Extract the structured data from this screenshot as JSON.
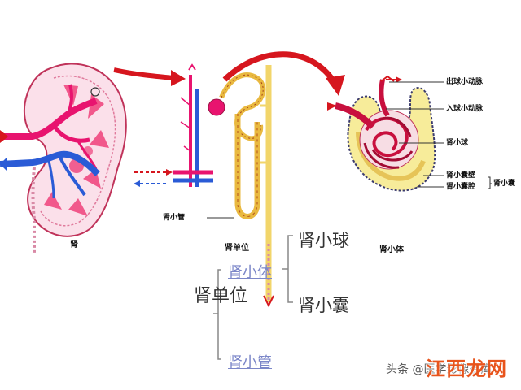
{
  "kidney": {
    "label": "肾",
    "label_tubule": "肾小管"
  },
  "nephron": {
    "label": "肾单位"
  },
  "corpuscle": {
    "label": "肾小体",
    "efferent": "出球小动脉",
    "afferent": "入球小动脉",
    "glomerulus": "肾小球",
    "capsule_wall": "肾小囊壁",
    "capsule_cavity": "肾小囊腔",
    "capsule": "肾小囊"
  },
  "tree": {
    "root": "肾单位",
    "branch_corpuscle": "肾小体",
    "branch_tubule": "肾小管",
    "leaf_glomerulus": "肾小球",
    "leaf_capsule": "肾小囊"
  },
  "watermark": {
    "text": "头条 @医学影像智库",
    "logo": "江西龙网"
  },
  "colors": {
    "artery": "#e8146f",
    "vein": "#2a5bd6",
    "arrow": "#d6161e",
    "tubule": "#f2d56a",
    "capsule_fill": "#f7ec9a",
    "link": "#7b86c8"
  }
}
